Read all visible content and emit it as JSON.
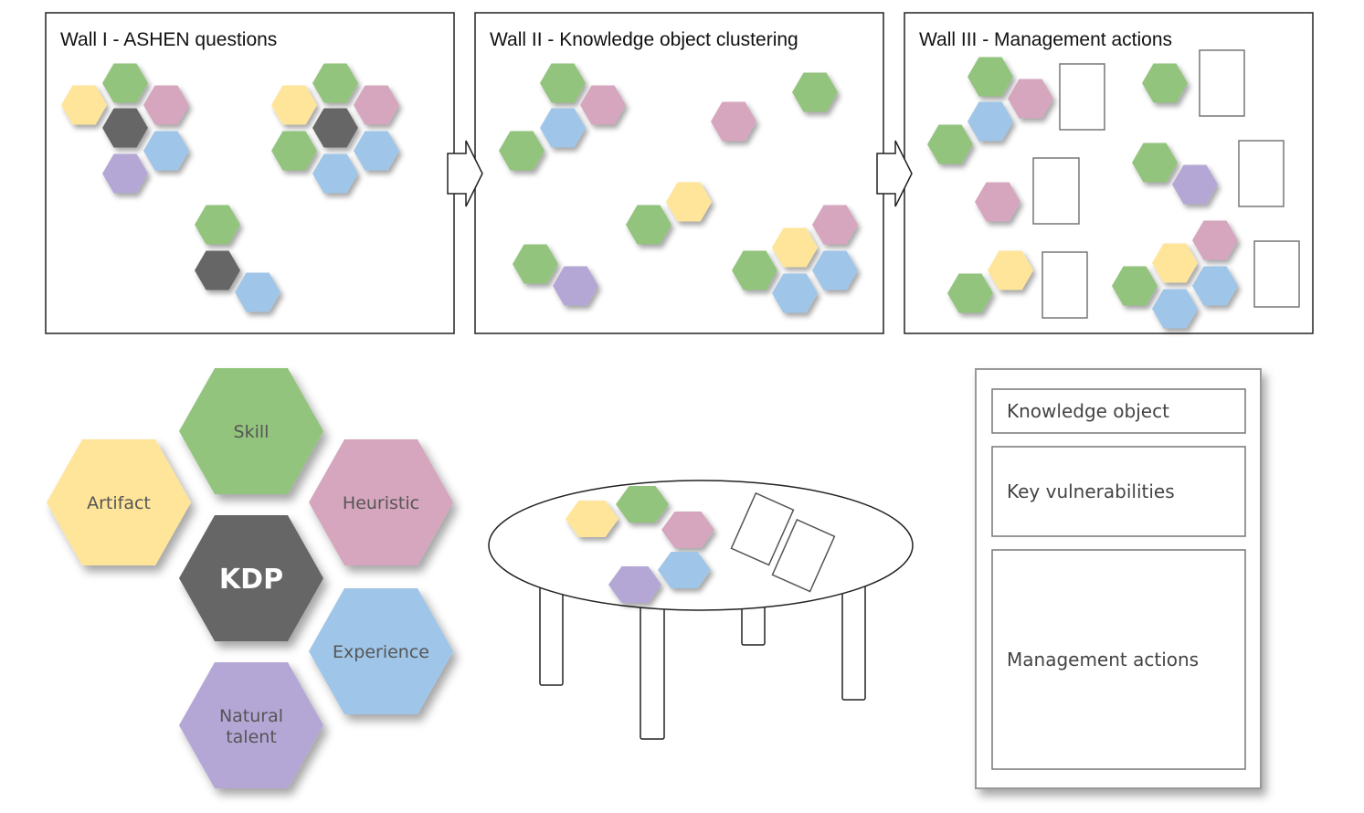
{
  "colors": {
    "green": "#93c47d",
    "pink": "#d5a6bd",
    "yellow": "#ffe599",
    "blue": "#9fc5e8",
    "purple": "#b4a7d6",
    "dark": "#666666",
    "border": "#222222"
  },
  "walls": [
    {
      "title": "Wall I - ASHEN questions"
    },
    {
      "title": "Wall II - Knowledge object clustering"
    },
    {
      "title": "Wall III - Management actions"
    }
  ],
  "legend": {
    "skill": "Skill",
    "artifact": "Artifact",
    "heuristic": "Heuristic",
    "kdp": "KDP",
    "experience": "Experience",
    "natural_talent_line1": "Natural",
    "natural_talent_line2": "talent"
  },
  "card": {
    "knowledge_object": "Knowledge object",
    "key_vulnerabilities": "Key vulnerabilities",
    "management_actions": "Management actions"
  }
}
